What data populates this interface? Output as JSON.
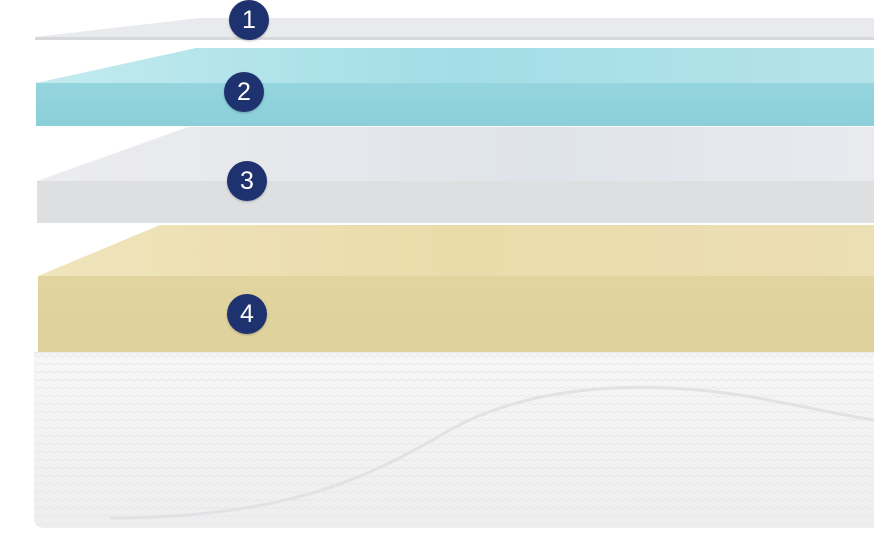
{
  "colors": {
    "badge": "#1f3270",
    "layer_1": "#e3e4e7",
    "layer_2": "#8fd3dc",
    "layer_3": "#e0e1e2",
    "layer_4": "#e1d39f",
    "base_cover": "#f3f3f4"
  },
  "icons": {
    "base": "quilted-fabric-cover-icon"
  },
  "layers": [
    {
      "number": "1"
    },
    {
      "number": "2"
    },
    {
      "number": "3"
    },
    {
      "number": "4"
    }
  ]
}
